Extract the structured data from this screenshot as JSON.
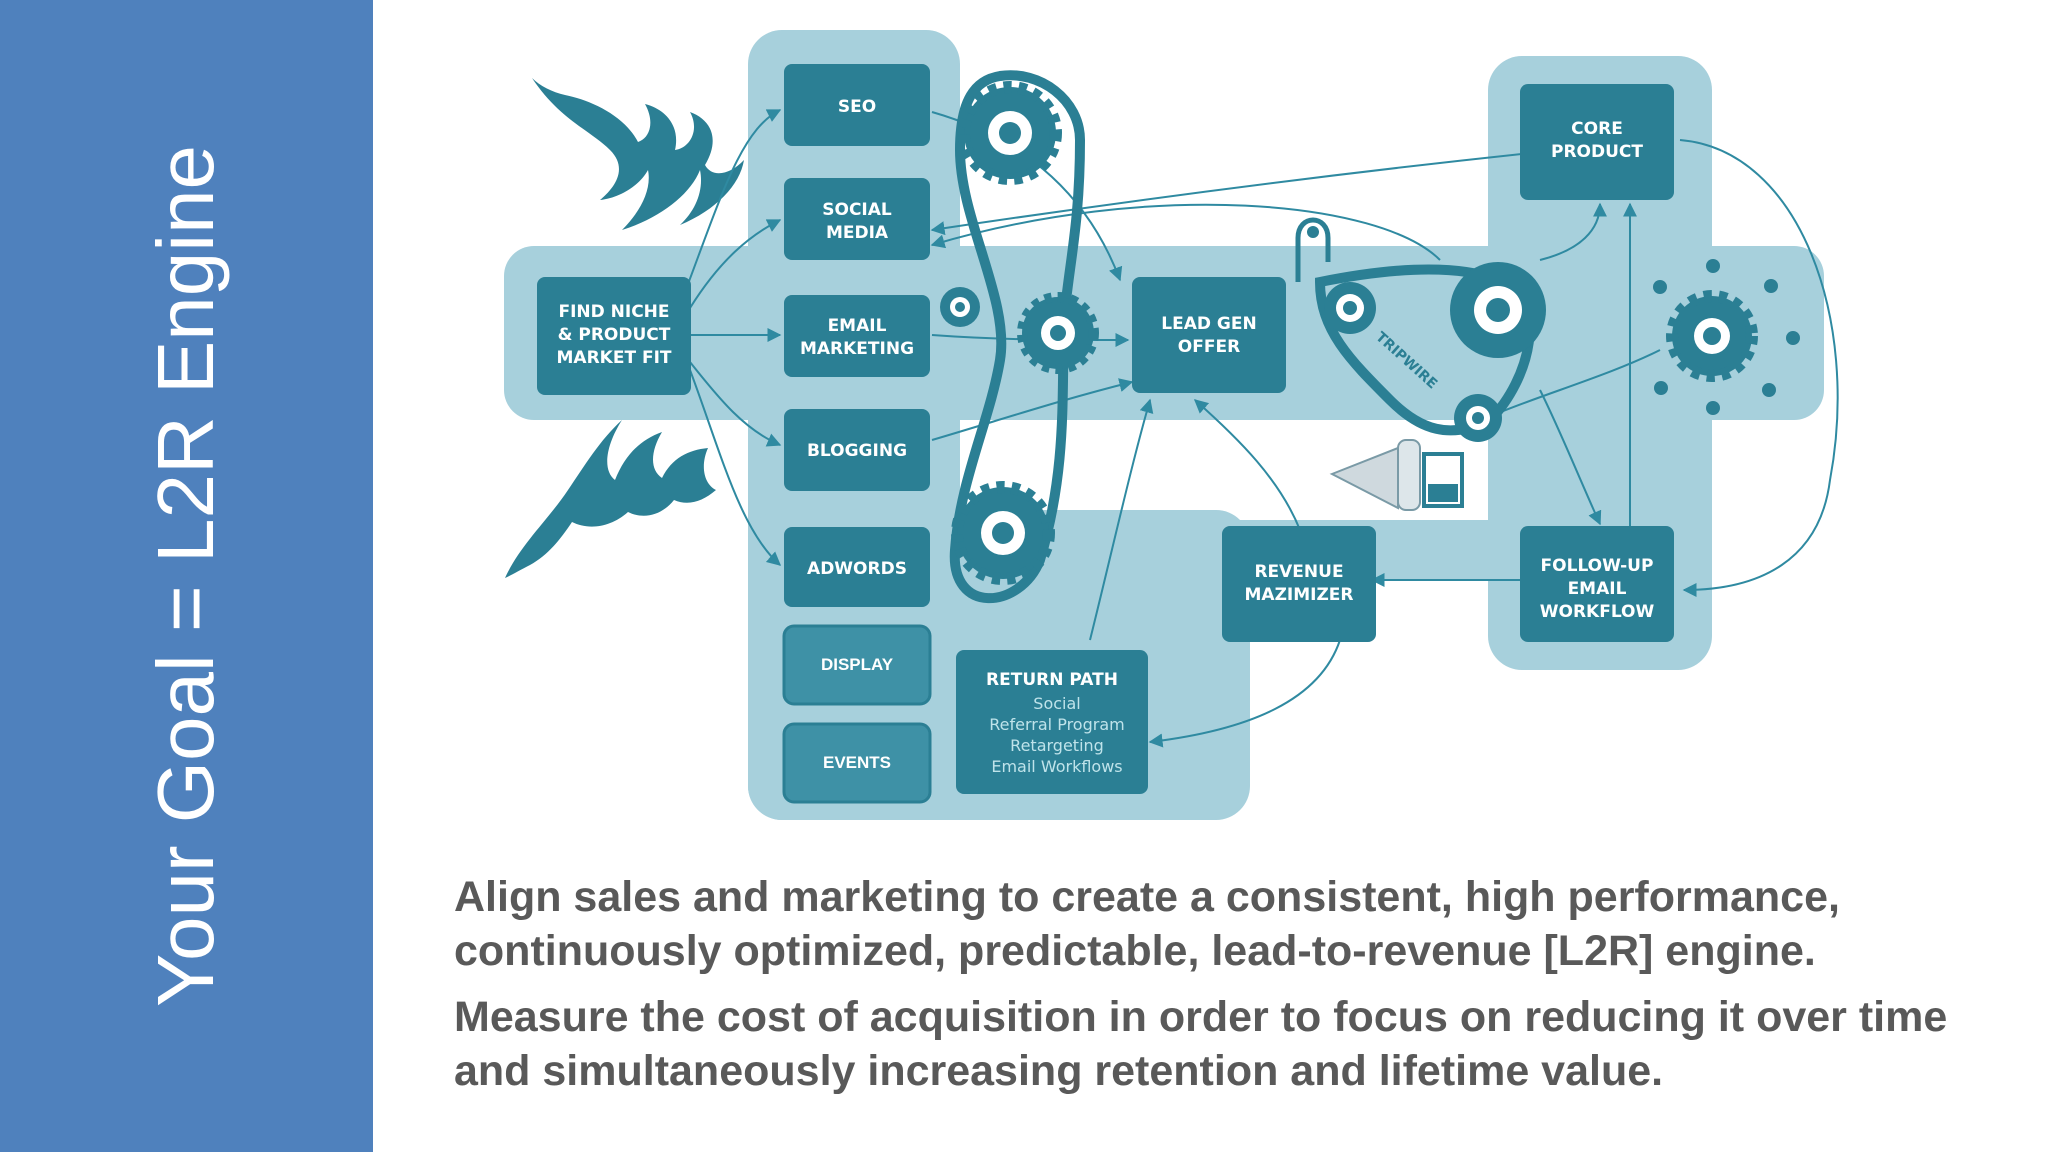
{
  "slide": {
    "title": "Your Goal = L2R Engine",
    "paragraphs": [
      "Align sales and marketing to create a consistent, high performance, continuously optimized, predictable, lead-to-revenue [L2R] engine.",
      "Measure the cost of acquisition in order to focus on reducing it over time and simultaneously increasing retention and lifetime value."
    ]
  },
  "diagram": {
    "boxes": {
      "find_niche": [
        "FIND NICHE",
        "& PRODUCT",
        "MARKET FIT"
      ],
      "seo": [
        "SEO"
      ],
      "social_media": [
        "SOCIAL",
        "MEDIA"
      ],
      "email_marketing": [
        "EMAIL",
        "MARKETING"
      ],
      "blogging": [
        "BLOGGING"
      ],
      "adwords": [
        "ADWORDS"
      ],
      "display": [
        "DISPLAY"
      ],
      "events": [
        "EVENTS"
      ],
      "lead_gen_offer": [
        "LEAD GEN",
        "OFFER"
      ],
      "core_product": [
        "CORE",
        "PRODUCT"
      ],
      "revenue_maximizer": [
        "REVENUE",
        "MAZIMIZER"
      ],
      "follow_up": [
        "FOLLOW-UP",
        "EMAIL",
        "WORKFLOW"
      ]
    },
    "return_path": {
      "title": "RETURN PATH",
      "items": [
        "Social",
        "Referral Program",
        "Retargeting",
        "Email Workflows"
      ]
    },
    "tripwire_label": "TRIPWIRE",
    "colors": {
      "sidebar": "#4f81bd",
      "track": "#a7d0dc",
      "box": "#2b7f94",
      "box_light": "#3e91a6",
      "text": "#595959"
    }
  }
}
